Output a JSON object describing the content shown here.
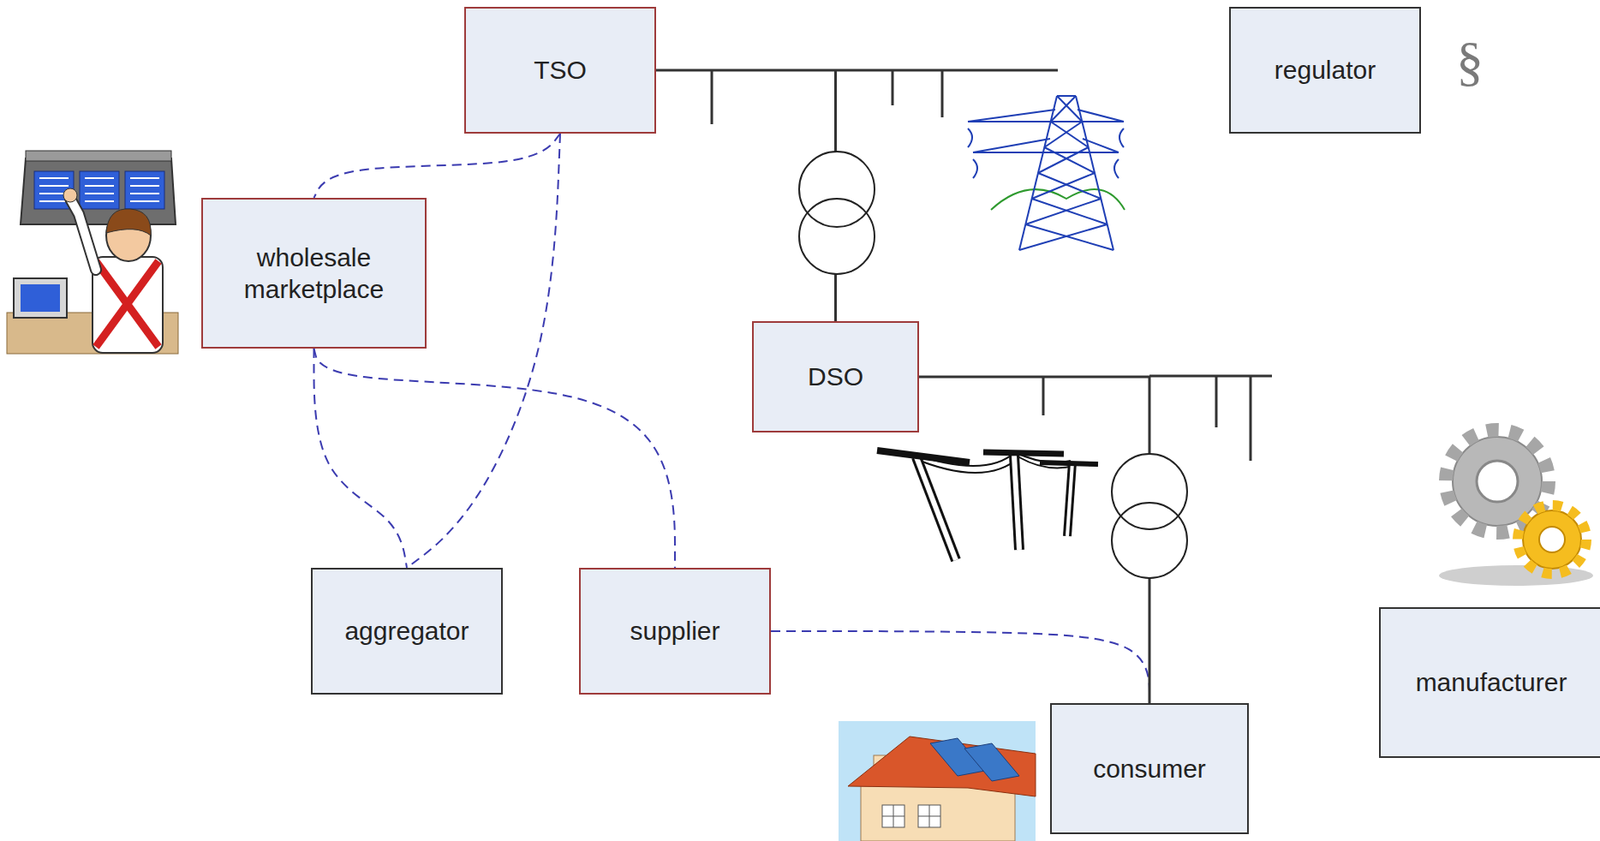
{
  "diagram": {
    "nodes": [
      {
        "text": [
          "TSO"
        ]
      },
      {
        "text": [
          "regulator"
        ]
      },
      {
        "text": [
          "wholesale marketplace"
        ]
      },
      {
        "text": [
          "DSO"
        ]
      },
      {
        "text": [
          "aggregator"
        ]
      },
      {
        "text": [
          "supplier"
        ]
      },
      {
        "text": [
          "manufacturer"
        ]
      },
      {
        "text": [
          "consumer"
        ]
      }
    ],
    "edges": [
      {
        "from": 0,
        "to": 2,
        "arrow": "none"
      },
      {
        "from": 0,
        "to": 4,
        "arrow": "none"
      },
      {
        "from": 2,
        "to": 4,
        "arrow": "none"
      },
      {
        "from": 2,
        "to": 5,
        "arrow": "none"
      },
      {
        "from": 5,
        "to": 7,
        "arrow": "none"
      },
      {
        "from": 0,
        "to": 3,
        "arrow": "none"
      },
      {
        "from": 3,
        "to": 7,
        "arrow": "none"
      }
    ],
    "labels": [
      "§"
    ]
  }
}
